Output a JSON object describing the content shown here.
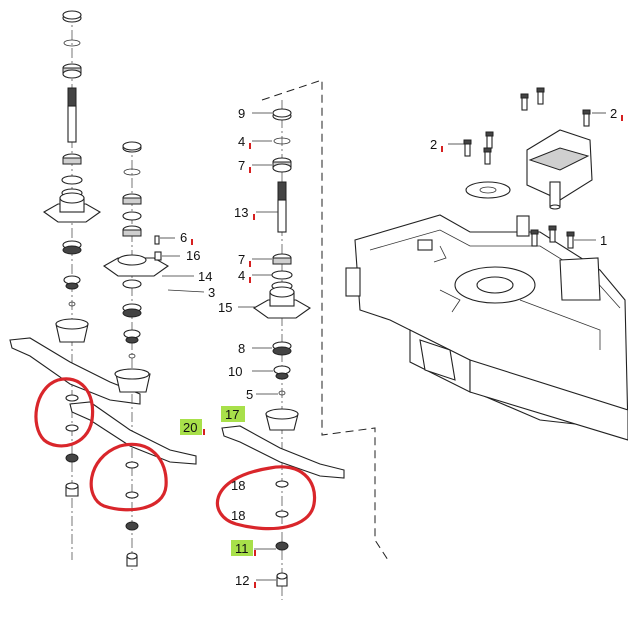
{
  "callouts": [
    {
      "id": "c9",
      "text": "9",
      "highlight": false
    },
    {
      "id": "c4a",
      "text": "4",
      "highlight": false
    },
    {
      "id": "c7a",
      "text": "7",
      "highlight": false
    },
    {
      "id": "c13",
      "text": "13",
      "highlight": false
    },
    {
      "id": "c7b",
      "text": "7",
      "highlight": false
    },
    {
      "id": "c4b",
      "text": "4",
      "highlight": false
    },
    {
      "id": "c15",
      "text": "15",
      "highlight": false
    },
    {
      "id": "c8",
      "text": "8",
      "highlight": false
    },
    {
      "id": "c10",
      "text": "10",
      "highlight": false
    },
    {
      "id": "c5",
      "text": "5",
      "highlight": false
    },
    {
      "id": "c17",
      "text": "17",
      "highlight": true
    },
    {
      "id": "c20",
      "text": "20",
      "highlight": true
    },
    {
      "id": "c18a",
      "text": "18",
      "highlight": false
    },
    {
      "id": "c18b",
      "text": "18",
      "highlight": false
    },
    {
      "id": "c11",
      "text": "11",
      "highlight": true
    },
    {
      "id": "c12",
      "text": "12",
      "highlight": false
    },
    {
      "id": "c6",
      "text": "6",
      "highlight": false
    },
    {
      "id": "c16",
      "text": "16",
      "highlight": false
    },
    {
      "id": "c14",
      "text": "14",
      "highlight": false
    },
    {
      "id": "c3",
      "text": "3",
      "highlight": false
    },
    {
      "id": "c2a",
      "text": "2",
      "highlight": false
    },
    {
      "id": "c2b",
      "text": "2",
      "highlight": false
    },
    {
      "id": "c1",
      "text": "1",
      "highlight": false
    }
  ],
  "colors": {
    "highlight": "#a8e04a",
    "circle_marks": "#d9262b",
    "line": "#222222"
  }
}
